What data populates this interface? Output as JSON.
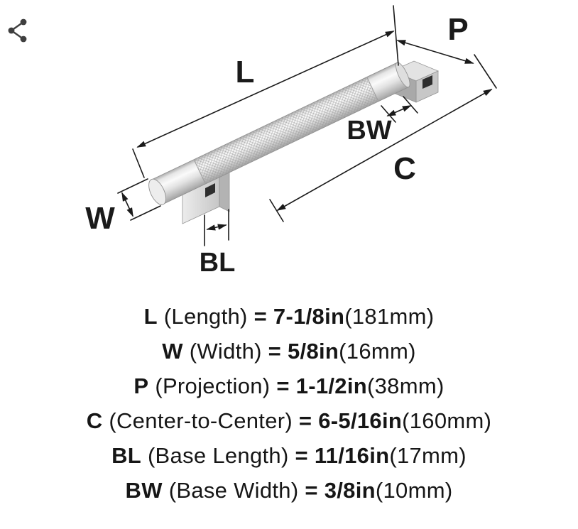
{
  "page": {
    "background": "#ffffff"
  },
  "toolbar": {
    "share_icon": "share-icon"
  },
  "diagram": {
    "description": "knurled bar cabinet pull with dimension callouts",
    "line_color": "#1a1a1a",
    "metal_light": "#f7f7f7",
    "metal_mid": "#d8d8d8",
    "metal_dark": "#a6a6a6",
    "labels": {
      "L": "L",
      "W": "W",
      "P": "P",
      "C": "C",
      "BL": "BL",
      "BW": "BW"
    }
  },
  "legend": {
    "rows": [
      {
        "letter": "L",
        "name": "(Length)",
        "equals": "=",
        "imperial": "7-1/8in",
        "metric": "(181mm)"
      },
      {
        "letter": "W",
        "name": "(Width)",
        "equals": "=",
        "imperial": "5/8in",
        "metric": "(16mm)"
      },
      {
        "letter": "P",
        "name": "(Projection)",
        "equals": "=",
        "imperial": "1-1/2in",
        "metric": "(38mm)"
      },
      {
        "letter": "C",
        "name": "(Center-to-Center)",
        "equals": "=",
        "imperial": "6-5/16in",
        "metric": "(160mm)"
      },
      {
        "letter": "BL",
        "name": "(Base Length)",
        "equals": "=",
        "imperial": "11/16in",
        "metric": "(17mm)"
      },
      {
        "letter": "BW",
        "name": "(Base Width)",
        "equals": "=",
        "imperial": "3/8in",
        "metric": "(10mm)"
      }
    ]
  }
}
